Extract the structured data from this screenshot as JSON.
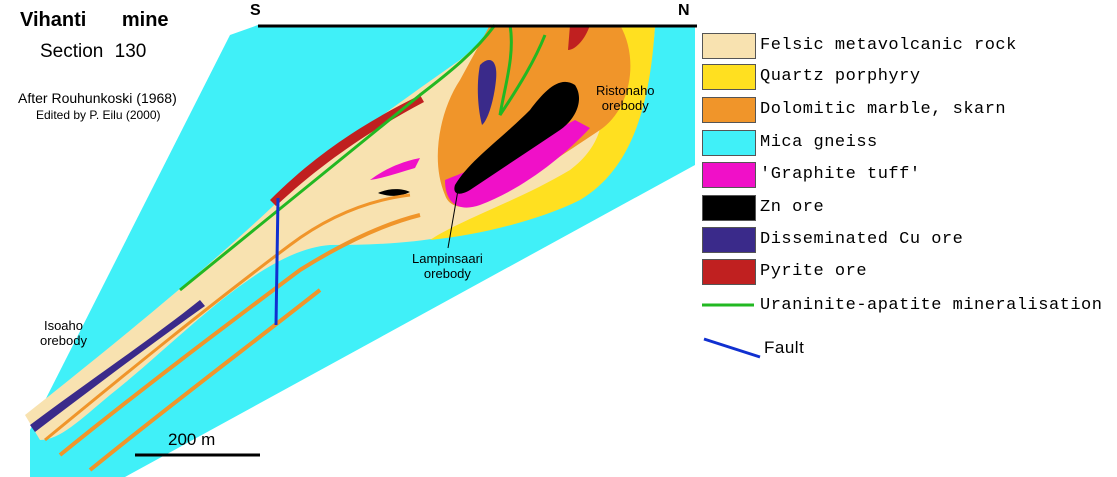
{
  "title": {
    "line1": "Vihanti mine",
    "line2": "Section 130"
  },
  "credits": {
    "line1": "After Rouhunkoski (1968)",
    "line2": "Edited by P. Eilu (2000)"
  },
  "compass": {
    "south": "S",
    "north": "N"
  },
  "orebody_labels": [
    {
      "id": "ristonaho",
      "line1": "Ristonaho",
      "line2": "orebody"
    },
    {
      "id": "lampinsaari",
      "line1": "Lampinsaari",
      "line2": "orebody"
    },
    {
      "id": "isoaho",
      "line1": "Isoaho",
      "line2": "orebody"
    }
  ],
  "scale_bar": {
    "label": "200 m"
  },
  "legend": {
    "items": [
      {
        "label": "Felsic metavolcanic rock",
        "color": "#f8e2b0",
        "kind": "fill"
      },
      {
        "label": "Quartz porphyry",
        "color": "#ffe020",
        "kind": "fill"
      },
      {
        "label": "Dolomitic marble, skarn",
        "color": "#f0952a",
        "kind": "fill"
      },
      {
        "label": "Mica gneiss",
        "color": "#40f0f8",
        "kind": "fill"
      },
      {
        "label": "'Graphite tuff'",
        "color": "#f010c8",
        "kind": "fill"
      },
      {
        "label": "Zn ore",
        "color": "#000000",
        "kind": "fill"
      },
      {
        "label": "Disseminated Cu ore",
        "color": "#3a2a8a",
        "kind": "fill"
      },
      {
        "label": "Pyrite ore",
        "color": "#c02020",
        "kind": "fill"
      },
      {
        "label": "Uraninite-apatite mineralisation",
        "color": "#22b822",
        "kind": "line"
      },
      {
        "label": "Fault",
        "color": "#1030d0",
        "kind": "line"
      }
    ]
  }
}
